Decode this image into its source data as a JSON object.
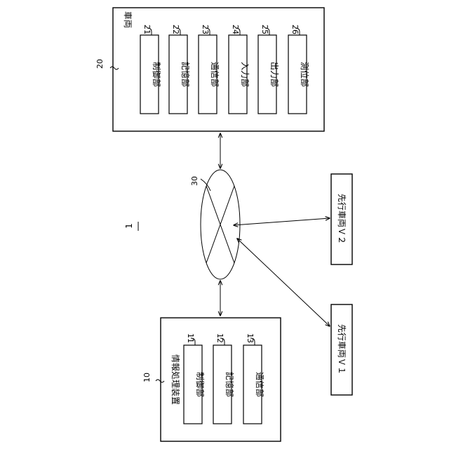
{
  "system_ref": "1",
  "vehicle": {
    "ref": "20",
    "title": "車両",
    "units": [
      {
        "ref": "21",
        "label": "制御部"
      },
      {
        "ref": "22",
        "label": "記憶部"
      },
      {
        "ref": "23",
        "label": "通信部"
      },
      {
        "ref": "24",
        "label": "入力部"
      },
      {
        "ref": "25",
        "label": "出力部"
      },
      {
        "ref": "26",
        "label": "測位部"
      }
    ]
  },
  "network": {
    "ref": "30"
  },
  "info_device": {
    "ref": "10",
    "title": "情報処理装置",
    "units": [
      {
        "ref": "11",
        "label": "制御部"
      },
      {
        "ref": "12",
        "label": "記憶部"
      },
      {
        "ref": "13",
        "label": "通信部"
      }
    ]
  },
  "preceding_vehicles": [
    {
      "label": "先行車両Ｖ２"
    },
    {
      "label": "先行車両Ｖ１"
    }
  ]
}
